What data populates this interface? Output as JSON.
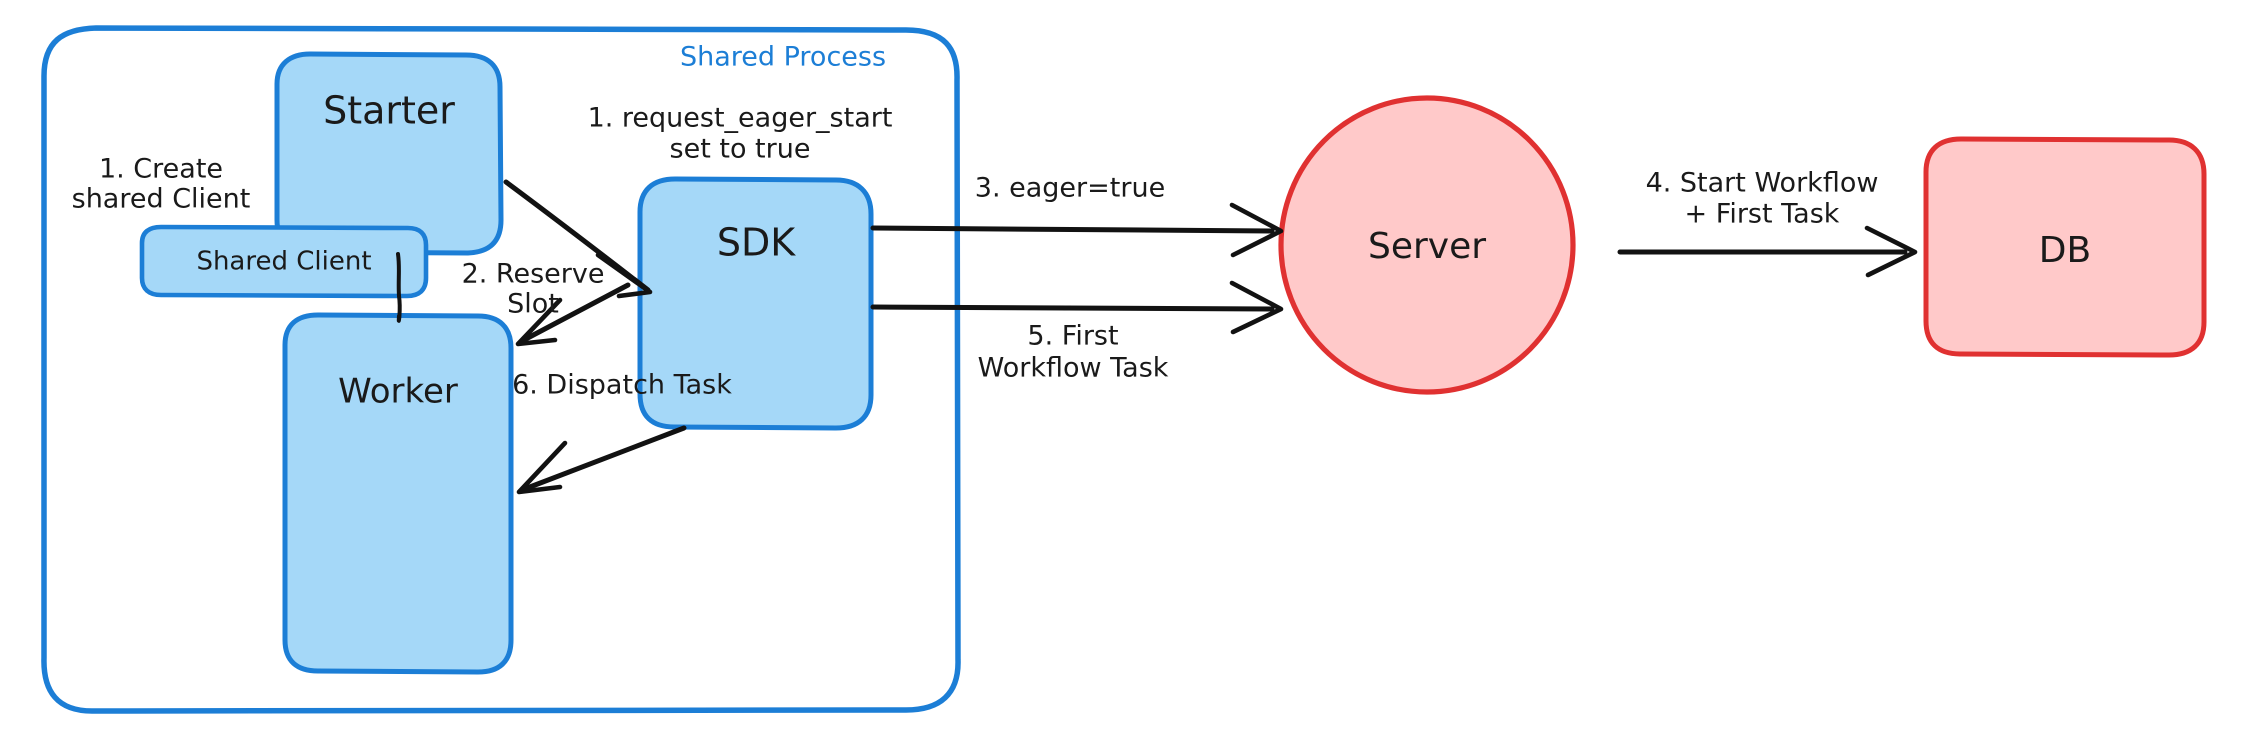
{
  "diagram": {
    "title": "Eager Workflow Start Sequence",
    "background": "#ffffff",
    "colors": {
      "blue_fill": "#A5D8F8",
      "blue_stroke": "#1C7ED6",
      "red_fill": "#FFC9C9",
      "red_stroke": "#E03131",
      "edge_stroke": "#121212",
      "text": "#1a1a1a"
    },
    "groups": [
      {
        "id": "shared-process",
        "label": "Shared Process",
        "label_color": "#1C7ED6",
        "stroke": "#1C7ED6",
        "fill": "none"
      }
    ],
    "nodes": [
      {
        "id": "starter",
        "label": "Starter",
        "shape": "rounded-rect",
        "fill": "#A5D8F8",
        "stroke": "#1C7ED6",
        "font_size": 38
      },
      {
        "id": "shared-client",
        "label": "Shared Client",
        "shape": "rounded-rect",
        "fill": "#A5D8F8",
        "stroke": "#1C7ED6",
        "font_size": 26
      },
      {
        "id": "worker",
        "label": "Worker",
        "shape": "rounded-rect",
        "fill": "#A5D8F8",
        "stroke": "#1C7ED6",
        "font_size": 34
      },
      {
        "id": "sdk",
        "label": "SDK",
        "shape": "rounded-rect",
        "fill": "#A5D8F8",
        "stroke": "#1C7ED6",
        "font_size": 38
      },
      {
        "id": "server",
        "label": "Server",
        "shape": "ellipse",
        "fill": "#FFC9C9",
        "stroke": "#E03131",
        "font_size": 36
      },
      {
        "id": "db",
        "label": "DB",
        "shape": "rounded-rect",
        "fill": "#FFC9C9",
        "stroke": "#E03131",
        "font_size": 36
      }
    ],
    "edges": [
      {
        "id": "e1",
        "from": "starter",
        "to": "sdk",
        "arrow": true,
        "label_lines": [
          "1. request_eager_start",
          "set to true"
        ]
      },
      {
        "id": "e1b",
        "from": "starter",
        "to": "shared-client",
        "arrow": false,
        "label_lines": [
          "1. Create",
          "shared Client"
        ]
      },
      {
        "id": "e2",
        "from": "sdk",
        "to": "worker",
        "arrow": true,
        "label_lines": [
          "2. Reserve",
          "Slot"
        ]
      },
      {
        "id": "e3",
        "from": "sdk",
        "to": "server",
        "arrow": true,
        "label_lines": [
          "3. eager=true"
        ]
      },
      {
        "id": "e4",
        "from": "server",
        "to": "db",
        "arrow": true,
        "label_lines": [
          "4. Start Workflow",
          "+ First Task"
        ]
      },
      {
        "id": "e5",
        "from": "sdk",
        "to": "server",
        "arrow": true,
        "label_lines": [
          "5. First",
          "Workflow Task"
        ]
      },
      {
        "id": "e6",
        "from": "sdk",
        "to": "worker",
        "arrow": true,
        "label_lines": [
          "6. Dispatch Task"
        ]
      },
      {
        "id": "e7",
        "from": "shared-client",
        "to": "worker",
        "arrow": false,
        "label_lines": []
      }
    ],
    "labels": {
      "shared_process": "Shared Process",
      "starter": "Starter",
      "shared_client": "Shared Client",
      "worker": "Worker",
      "sdk": "SDK",
      "server": "Server",
      "db": "DB",
      "step1_create_l1": "1. Create",
      "step1_create_l2": "shared Client",
      "step1_eager_l1": "1. request_eager_start",
      "step1_eager_l2": "set to true",
      "step2_l1": "2. Reserve",
      "step2_l2": "Slot",
      "step3_l1": "3. eager=true",
      "step4_l1": "4. Start Workflow",
      "step4_l2": "+ First Task",
      "step5_l1": "5. First",
      "step5_l2": "Workflow Task",
      "step6_l1": "6. Dispatch Task"
    }
  }
}
